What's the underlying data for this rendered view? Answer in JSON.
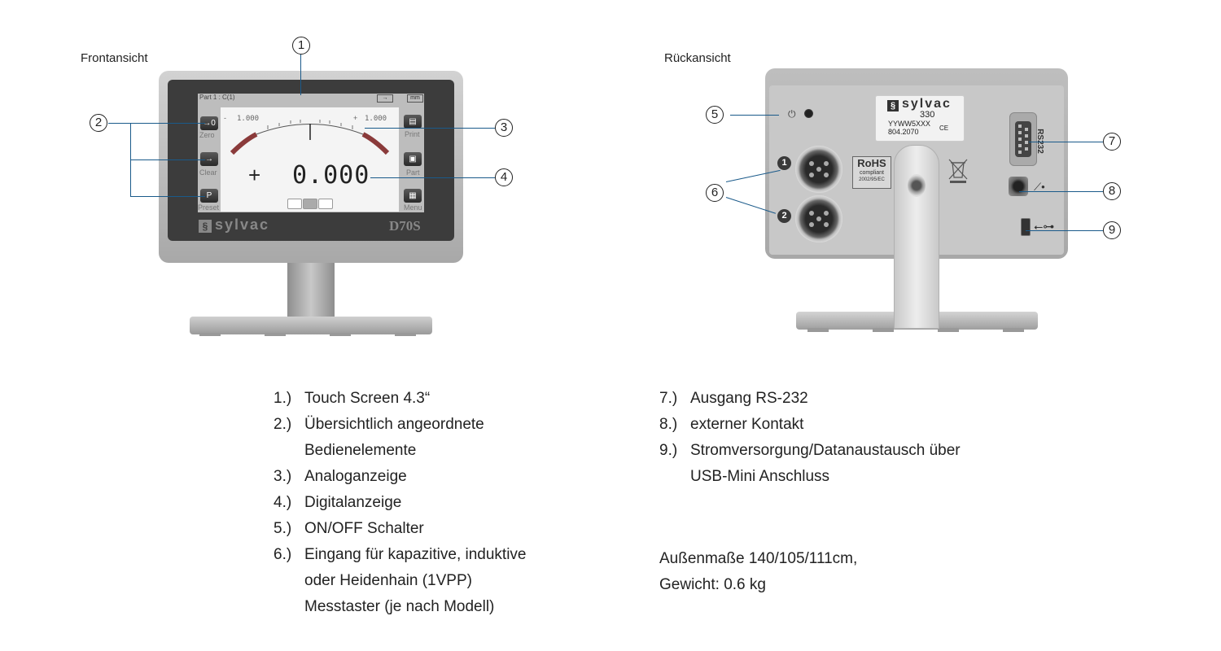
{
  "views": {
    "front_label": "Frontansicht",
    "back_label": "Rückansicht"
  },
  "device_front": {
    "status_text": "Part 1 : C(1)",
    "unit": "mm",
    "scale_minus": "-",
    "scale_left": "1.000",
    "scale_plus": "+",
    "scale_right": "1.000",
    "sign": "+",
    "reading": "0.000",
    "softkeys_left": [
      {
        "icon": "→0",
        "label": "Zero"
      },
      {
        "icon": "→",
        "label": "Clear"
      },
      {
        "icon": "P",
        "label": "Preset"
      }
    ],
    "softkeys_right": [
      {
        "icon": "▤",
        "label": "Print"
      },
      {
        "icon": "▣",
        "label": "Part"
      },
      {
        "icon": "▦",
        "label": "Menu"
      }
    ],
    "brand": "sylvac",
    "model": "D70S"
  },
  "device_back": {
    "brand": "sylvac",
    "model_number": "330",
    "serial": "YYWW5XXX",
    "article": "804.2070",
    "ce": "CE",
    "rohs_title": "RoHS",
    "rohs_sub": "compliant",
    "rohs_norm": "2002/95/EC",
    "port_label": "RS232",
    "input_1": "1",
    "input_2": "2"
  },
  "callouts": [
    "1",
    "2",
    "3",
    "4",
    "5",
    "6",
    "7",
    "8",
    "9"
  ],
  "features_left": [
    {
      "num": "1.)",
      "lines": [
        "Touch Screen 4.3“"
      ]
    },
    {
      "num": "2.)",
      "lines": [
        "Übersichtlich angeordnete",
        "Bedienelemente"
      ]
    },
    {
      "num": "3.)",
      "lines": [
        "Analoganzeige"
      ]
    },
    {
      "num": "4.)",
      "lines": [
        "Digitalanzeige"
      ]
    },
    {
      "num": "5.)",
      "lines": [
        "ON/OFF Schalter"
      ]
    },
    {
      "num": "6.)",
      "lines": [
        "Eingang für kapazitive, induktive",
        "oder Heidenhain (1VPP)",
        "Messtaster (je nach Modell)"
      ]
    }
  ],
  "features_right": [
    {
      "num": "7.)",
      "lines": [
        "Ausgang RS-232"
      ]
    },
    {
      "num": "8.)",
      "lines": [
        "externer Kontakt"
      ]
    },
    {
      "num": "9.)",
      "lines": [
        "Stromversorgung/Datanaustausch über",
        "USB-Mini Anschluss"
      ]
    }
  ],
  "specs": {
    "dimensions": "Außenmaße 140/105/111cm,",
    "weight": "Gewicht: 0.6 kg"
  },
  "colors": {
    "leader": "#1a5a8a",
    "housing": "#b8b8b8",
    "bezel": "#3c3c3c",
    "screen": "#f4f4f4"
  }
}
